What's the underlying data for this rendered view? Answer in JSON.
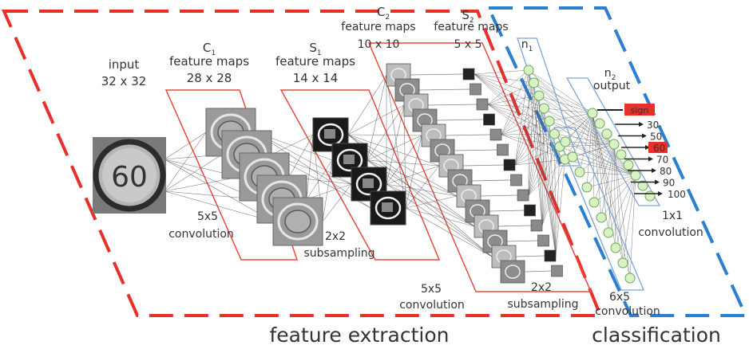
{
  "colors": {
    "extraction_border": "#e8302a",
    "classification_border": "#2a7fd0",
    "stage_outline": "#e84a40",
    "neuron_outline": "#7fa4d6",
    "neuron_fill": "#d8f2c6",
    "neuron_stroke": "#6aa84f",
    "output_highlight": "#e8302a",
    "connection": "#555555"
  },
  "labels": {
    "input_title": "input",
    "input_size": "32 x 32",
    "c1_title": "C",
    "c1_sub": "1",
    "c1_feature": "feature maps",
    "c1_size": "28 x 28",
    "s1_title": "S",
    "s1_sub": "1",
    "s1_feature": "feature maps",
    "s1_size": "14 x 14",
    "c2_title": "C",
    "c2_sub": "2",
    "c2_feature": "feature maps",
    "c2_size": "10 x 10",
    "s2_title": "S",
    "s2_sub": "2",
    "s2_feature": "feature maps",
    "s2_size": "5 x 5",
    "n1_title": "n",
    "n1_sub": "1",
    "n2_title": "n",
    "n2_sub": "2",
    "output": "output",
    "conv1_a": "5x5",
    "conv1_b": "convolution",
    "sub1_a": "2x2",
    "sub1_b": "subsampling",
    "conv2_a": "5x5",
    "conv2_b": "convolution",
    "sub2_a": "2x2",
    "sub2_b": "subsampling",
    "conv3_a": "6x5",
    "conv3_b": "convolution",
    "conv4_a": "1x1",
    "conv4_b": "convolution",
    "sign_value": "60",
    "feature_extraction": "feature extraction",
    "classification": "classification"
  },
  "outputs": {
    "sign": "sign",
    "values": [
      "30",
      "50",
      "60",
      "70",
      "80",
      "90",
      "100"
    ],
    "highlighted": "60"
  }
}
